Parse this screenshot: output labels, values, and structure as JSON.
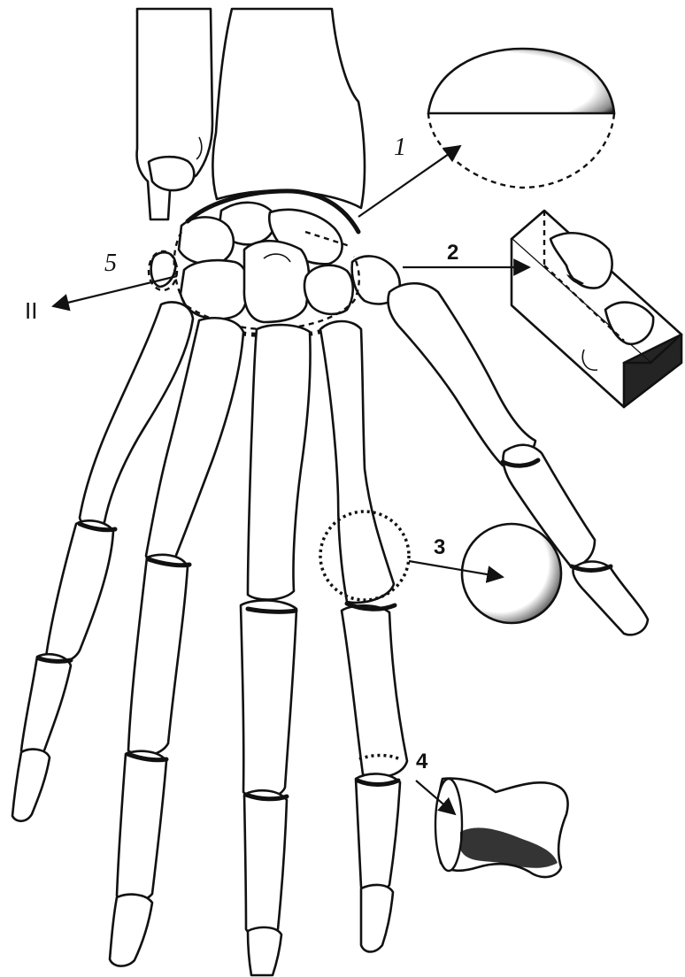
{
  "labels": {
    "label_1": "1",
    "label_2": "2",
    "label_3": "3",
    "label_4": "4",
    "label_5": "5",
    "label_II": "II"
  }
}
